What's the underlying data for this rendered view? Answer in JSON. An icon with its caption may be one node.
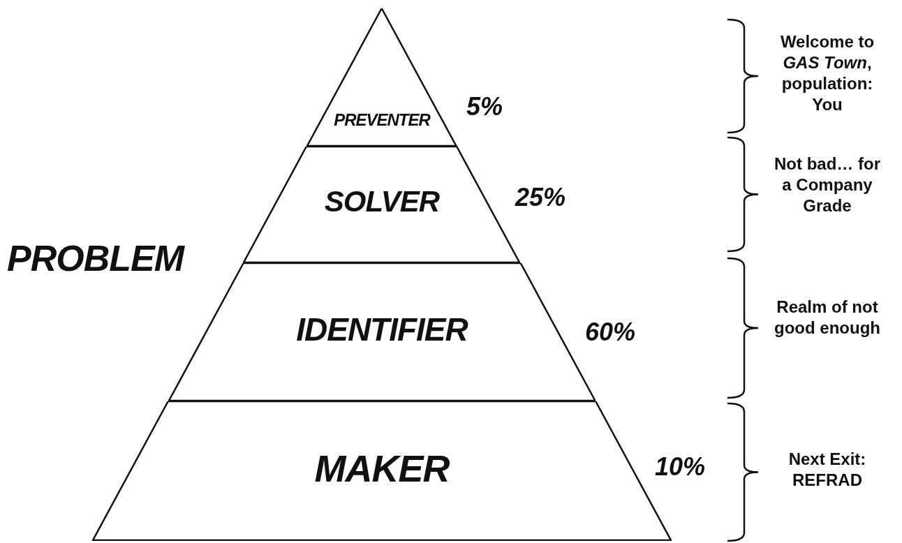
{
  "diagram": {
    "nodes": [
      {
        "text": [
          "PREVENTER"
        ],
        "beside": [
          "5%"
        ]
      },
      {
        "text": [
          "SOLVER"
        ],
        "beside": [
          "25%"
        ]
      },
      {
        "text": [
          "IDENTIFIER"
        ],
        "beside": [
          "60%"
        ]
      },
      {
        "text": [
          "MAKER"
        ],
        "beside": [
          "10%"
        ]
      }
    ],
    "labels": [
      "PROBLEM",
      "Welcome to *GAS Town*, population: You",
      "Not bad… for a Company Grade",
      "Realm of not good enough",
      "Next Exit: REFRAD"
    ]
  }
}
